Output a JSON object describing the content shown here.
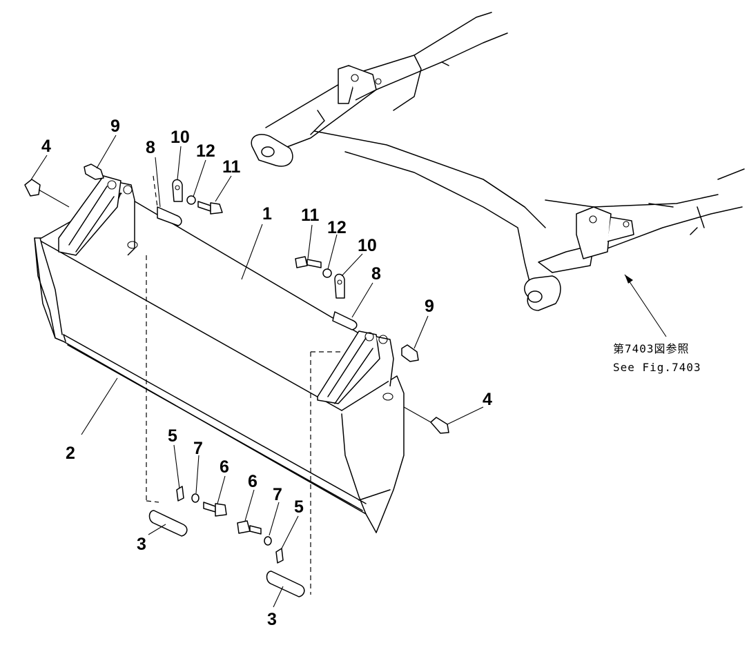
{
  "callouts": {
    "c1": "1",
    "c2": "2",
    "c3a": "3",
    "c3b": "3",
    "c4a": "4",
    "c4b": "4",
    "c5a": "5",
    "c5b": "5",
    "c6a": "6",
    "c6b": "6",
    "c7a": "7",
    "c7b": "7",
    "c8a": "8",
    "c8b": "8",
    "c9a": "9",
    "c9b": "9",
    "c10a": "10",
    "c10b": "10",
    "c11a": "11",
    "c11b": "11",
    "c12a": "12",
    "c12b": "12"
  },
  "reference": {
    "line1": "第7403図参照",
    "line2": "See Fig.7403"
  }
}
